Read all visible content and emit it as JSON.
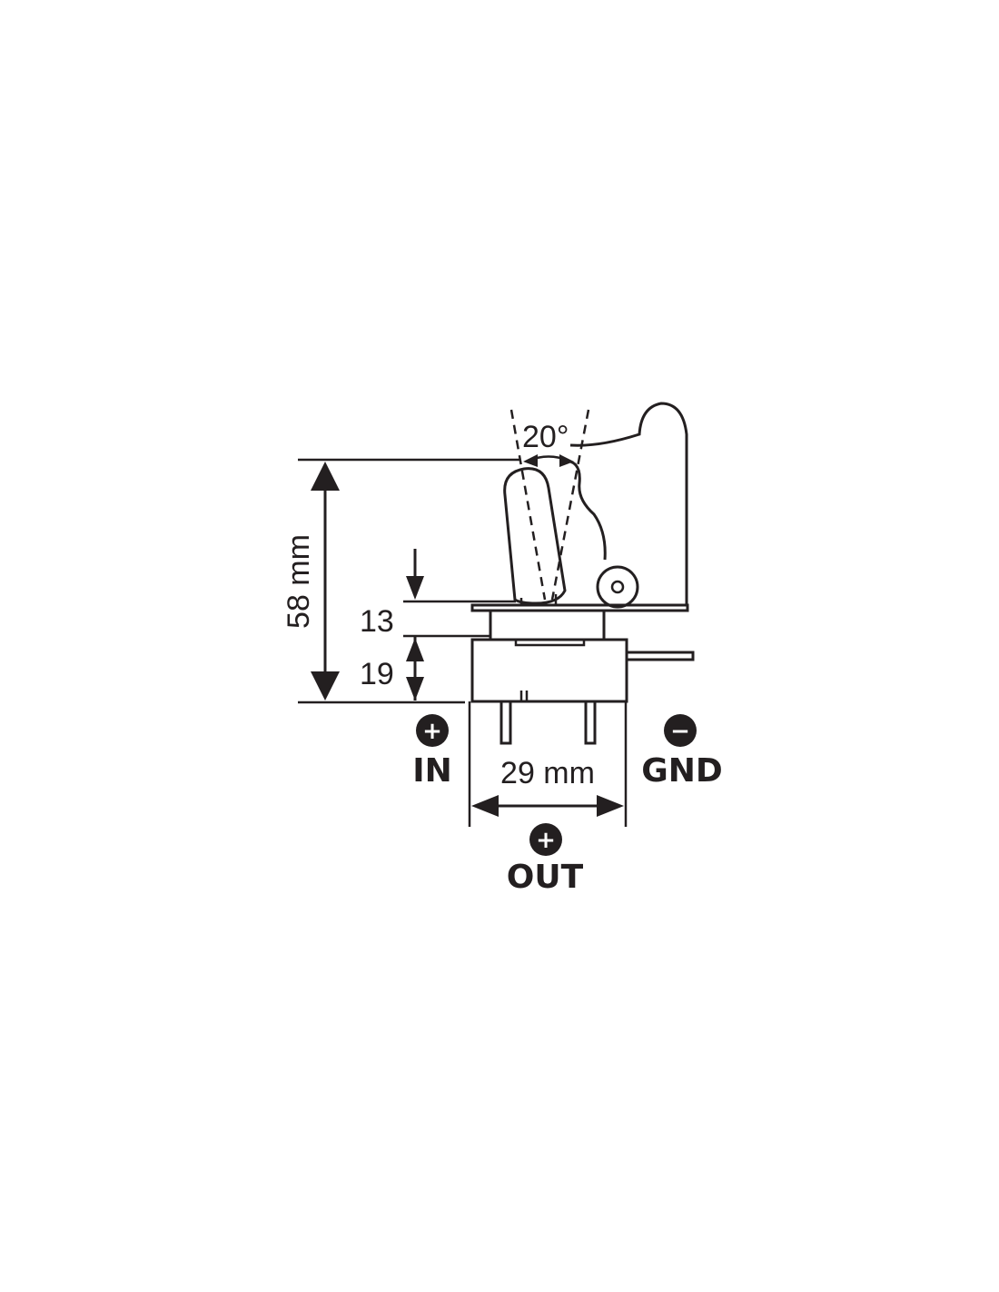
{
  "dimensions": {
    "angle": "20°",
    "total_height": "58 mm",
    "upper_height": "13",
    "lower_height": "19",
    "width": "29 mm"
  },
  "terminals": {
    "in": {
      "sign": "+",
      "label": "IN"
    },
    "gnd": {
      "sign": "−",
      "label": "GND"
    },
    "out": {
      "sign": "+",
      "label": "OUT"
    }
  },
  "colors": {
    "ink": "#231f20",
    "background": "#ffffff"
  }
}
